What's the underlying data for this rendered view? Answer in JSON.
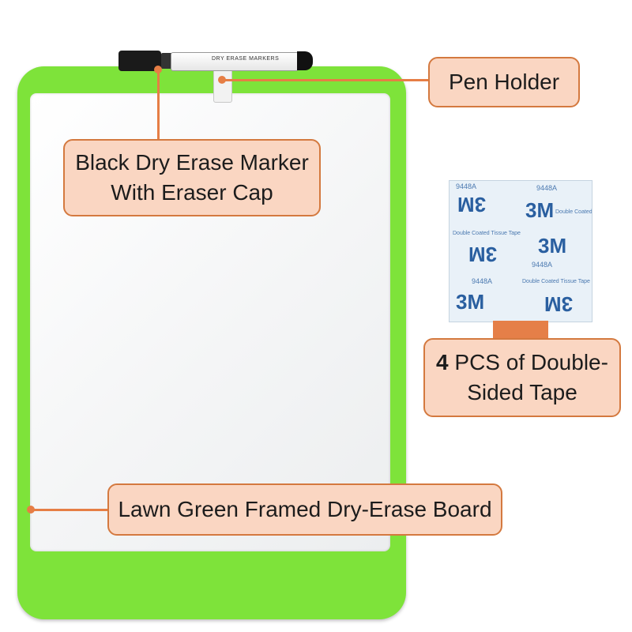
{
  "callouts": {
    "pen_holder": "Pen Holder",
    "marker_line1": "Black Dry Erase Marker",
    "marker_line2": "With Eraser Cap",
    "tape_count": "4",
    "tape_line1_rest": " PCS of Double-",
    "tape_line2": "Sided Tape",
    "board": "Lawn Green Framed Dry-Erase Board"
  },
  "marker": {
    "barrel_text": "DRY ERASE MARKERS"
  },
  "tape": {
    "logo": "3M",
    "product_code": "9448A",
    "tissue_text": "Double Coated Tissue Tape"
  },
  "colors": {
    "frame": "#7ee33a",
    "callout_fill": "#fad6c2",
    "callout_border": "#d4793f",
    "accent": "#e67e45"
  }
}
